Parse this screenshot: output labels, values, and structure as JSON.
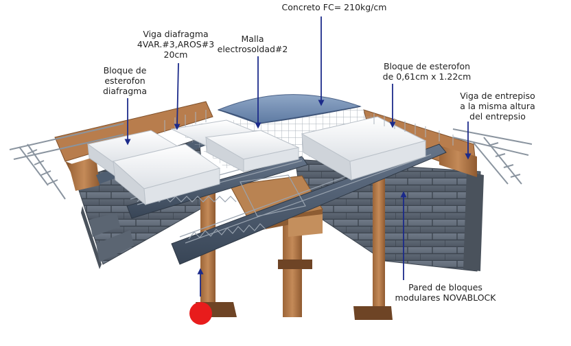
{
  "labels": {
    "concreto": "Concreto FC= 210kg/cm",
    "viga_diafragma": [
      "Viga diafragma",
      "4VAR.#3,AROS#3",
      "20cm"
    ],
    "malla": [
      "Malla",
      "electrosoldad#2"
    ],
    "bloque_diafragma": [
      "Bloque de",
      "esterofon",
      "diafragma"
    ],
    "bloque_esterofon": [
      "Bloque de esterofon",
      "de 0,61cm x 1.22cm"
    ],
    "viga_entrepiso": [
      "Viga de entrepiso",
      "a la misma altura",
      "del entrepsio"
    ],
    "pared": [
      "Pared de bloques",
      "modulares NOVABLOCK"
    ]
  },
  "colors": {
    "arrow": "#1b2a8a",
    "marker": "#e81c1c",
    "block_wall": "#5e6876",
    "wood": "#b77c4e",
    "foam": "#f2f4f6",
    "concrete": "#6d87ad",
    "beam": "#4b5a6e"
  }
}
